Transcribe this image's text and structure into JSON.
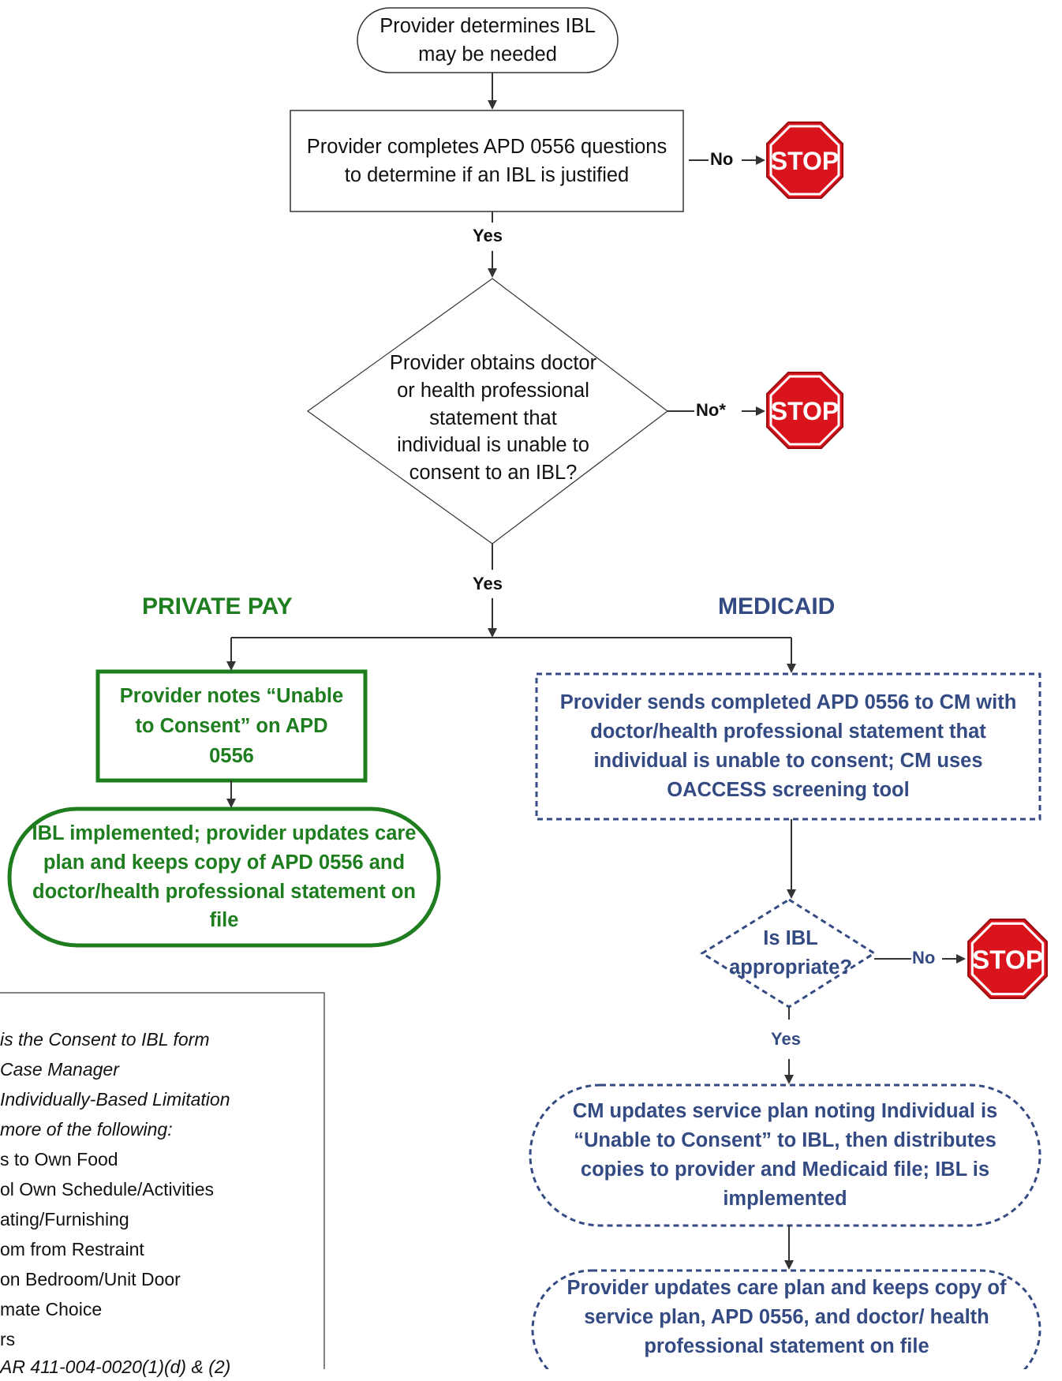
{
  "nodes": {
    "start": "Provider determines IBL may be needed",
    "complete_0556": "Provider completes APD 0556 questions to determine if an IBL is justified",
    "decision_statement": "Provider obtains doctor or health professional statement that individual is unable to consent to an IBL?",
    "private_note": "Provider notes “Unable to Consent” on APD 0556",
    "private_implement": "IBL implemented; provider updates care plan and keeps copy of APD 0556 and doctor/health professional statement on file",
    "medicaid_send": "Provider sends completed APD 0556 to CM with doctor/health professional statement that individual is unable to consent; CM uses OACCESS screening tool",
    "decision_appropriate": "Is IBL appropriate?",
    "cm_update": "CM updates service plan noting Individual is “Unable to Consent” to IBL, then distributes copies to provider and Medicaid file; IBL is implemented",
    "provider_final": "Provider updates care plan and keeps copy of service plan, APD 0556, and doctor/ health professional statement on file"
  },
  "edge_labels": {
    "no_1": "No",
    "yes_1": "Yes",
    "no_2": "No*",
    "yes_2": "Yes",
    "no_3": "No",
    "yes_3": "Yes"
  },
  "branches": {
    "private": "PRIVATE PAY",
    "medicaid": "MEDICAID"
  },
  "stop_sign": "STOP",
  "legend": [
    "is the Consent to IBL form",
    "Case Manager",
    "Individually-Based Limitation",
    "more of the following:",
    "s to Own Food",
    "ol Own Schedule/Activities",
    "ating/Furnishing",
    "om from Restraint",
    "on Bedroom/Unit Door",
    "mate Choice",
    "rs",
    "AR 411-004-0020(1)(d) & (2)"
  ],
  "colors": {
    "green": "#1e7d1e",
    "blue": "#344a82",
    "stop_red": "#d9141c"
  }
}
